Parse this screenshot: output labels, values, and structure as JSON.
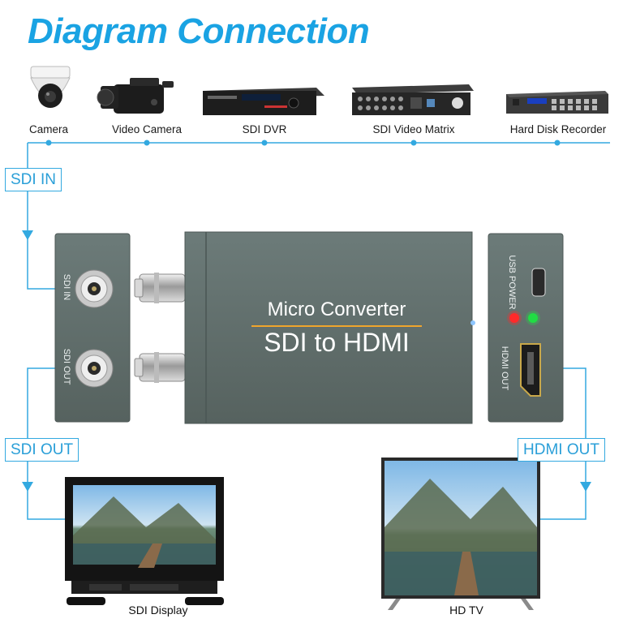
{
  "title": "Diagram Connection",
  "sources": [
    {
      "label": "Camera",
      "icon": "dome-camera-icon"
    },
    {
      "label": "Video Camera",
      "icon": "camcorder-icon"
    },
    {
      "label": "SDI DVR",
      "icon": "dvr-icon"
    },
    {
      "label": "SDI Video Matrix",
      "icon": "video-matrix-icon"
    },
    {
      "label": "Hard Disk Recorder",
      "icon": "disk-recorder-icon"
    }
  ],
  "tags": {
    "sdi_in": "SDI IN",
    "sdi_out": "SDI OUT",
    "hdmi_out": "HDMI OUT"
  },
  "device": {
    "line1": "Micro Converter",
    "line2": "SDI to HDMI",
    "port_sdi_in": "SDI IN",
    "port_sdi_out": "SDI OUT",
    "port_usb": "USB POWER",
    "port_hdmi": "HDMI OUT"
  },
  "outputs": {
    "sdi_display": "SDI Display",
    "hd_tv": "HD TV"
  },
  "colors": {
    "accent": "#1aa3e3",
    "line": "#33a9e0",
    "device": "#5f6e6c",
    "led_red": "#ff2a2a",
    "led_green": "#22dd44"
  }
}
